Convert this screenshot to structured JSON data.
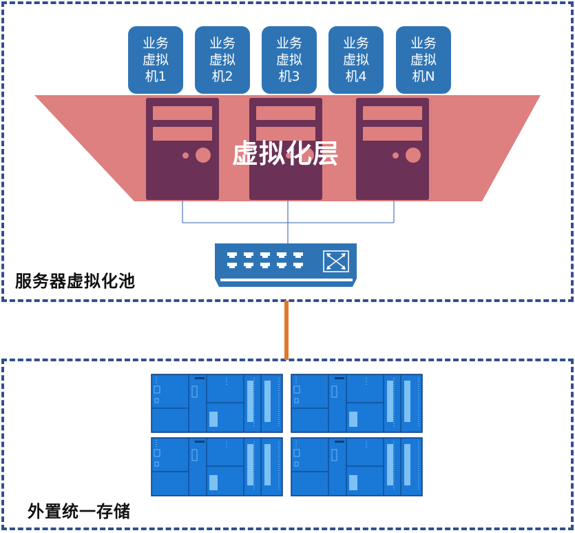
{
  "vms": [
    {
      "lines": [
        "业务",
        "虚拟",
        "机1"
      ]
    },
    {
      "lines": [
        "业务",
        "虚拟",
        "机2"
      ]
    },
    {
      "lines": [
        "业务",
        "虚拟",
        "机3"
      ]
    },
    {
      "lines": [
        "业务",
        "虚拟",
        "机4"
      ]
    },
    {
      "lines": [
        "业务",
        "虚拟",
        "机N"
      ]
    }
  ],
  "virtualization_layer": {
    "label": "虚拟化层"
  },
  "pool": {
    "label": "服务器虚拟化池"
  },
  "storage": {
    "label": "外置统一存储"
  },
  "colors": {
    "vm": "#2e74b5",
    "layer": "#de7f80",
    "server": "#6b3156",
    "switch": "#2e74b5",
    "storage": "#1a78d6",
    "frame": "#2f4f8f",
    "uplink": "#e0782a"
  }
}
